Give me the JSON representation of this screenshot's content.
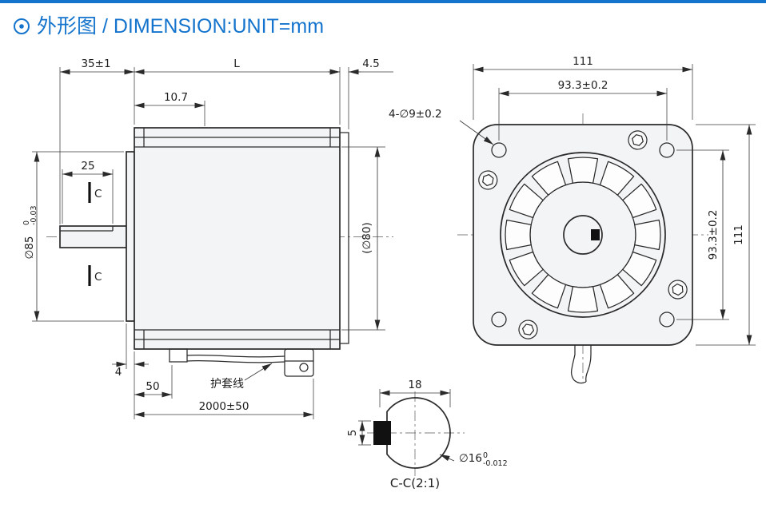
{
  "page": {
    "title": "外形图 / DIMENSION:UNIT=mm"
  },
  "colors": {
    "accent": "#1474cd",
    "line": "#2a2a2a"
  },
  "side_view": {
    "dim_shaft_length": "35±1",
    "dim_body_length": "L",
    "dim_rear": "4.5",
    "dim_front": "10.7",
    "dim_flat_length": "25",
    "section_mark_top": "C",
    "section_mark_bottom": "C",
    "dim_pilot_dia": "∅85",
    "dim_pilot_tol_upper": "0",
    "dim_pilot_tol_lower": "-0.03",
    "dim_body_dia": "(∅80)",
    "dim_pilot_depth": "4",
    "dim_lead_offset": "50",
    "dim_cable_length": "2000±50",
    "cable_label": "护套线"
  },
  "front_view": {
    "dim_width": "111",
    "dim_hole_pitch_h": "93.3±0.2",
    "dim_holes": "4-∅9±0.2",
    "dim_hole_pitch_v": "93.3±0.2",
    "dim_height": "111"
  },
  "section_view": {
    "dim_width": "18",
    "dim_key_height": "5",
    "dim_shaft_dia": "∅16",
    "dim_shaft_tol_upper": "0",
    "dim_shaft_tol_lower": "-0.012",
    "label": "C-C(2:1)"
  }
}
